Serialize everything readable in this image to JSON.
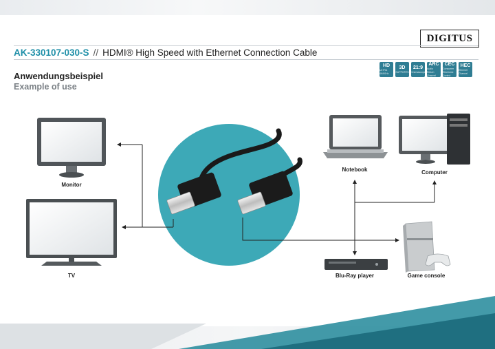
{
  "brand": {
    "logo_text": "DIGITUS"
  },
  "header": {
    "product_code": "AK-330107-030-S",
    "separator": "//",
    "product_title": "HDMI® High Speed with Ethernet Connection Cable"
  },
  "section": {
    "heading_de": "Anwendungsbeispiel",
    "heading_en": "Example of use"
  },
  "badges": [
    {
      "main": "HD",
      "sub": "ULTRA 4K/60Hz"
    },
    {
      "main": "3D",
      "sub": "SUPPORTS"
    },
    {
      "main": "21:9",
      "sub": "Cinemascope"
    },
    {
      "main": "ARC",
      "sub": "Audio Return Channel"
    },
    {
      "main": "CEC",
      "sub": "Consumer Electronic Control"
    },
    {
      "main": "HEC",
      "sub": "Ethernet Channel"
    }
  ],
  "devices": {
    "monitor": "Monitor",
    "tv": "TV",
    "notebook": "Notebook",
    "computer": "Computer",
    "bluray": "Blu-Ray player",
    "console": "Game console"
  },
  "colors": {
    "accent": "#1f8fa8",
    "circle": "#3da9b7",
    "cable": "#1a1a1a"
  }
}
